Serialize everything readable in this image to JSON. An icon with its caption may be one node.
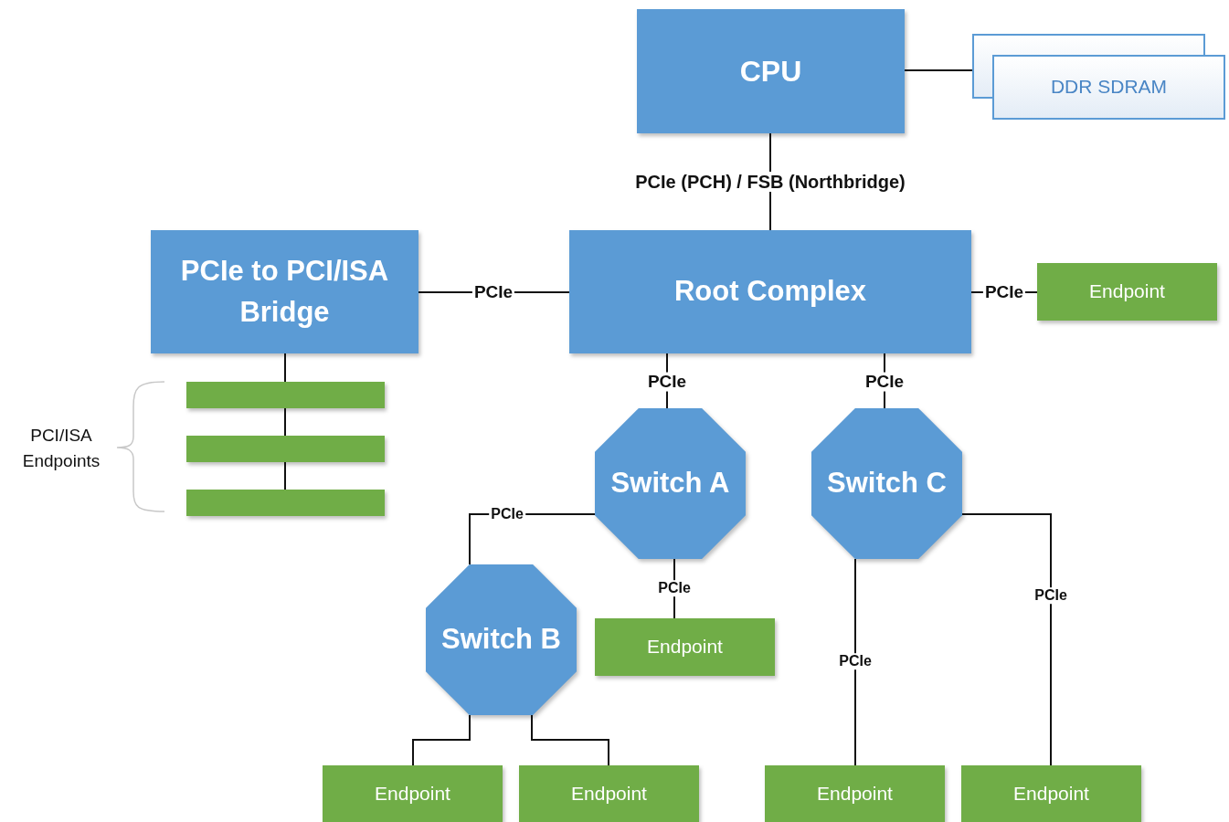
{
  "diagram": {
    "nodes": [
      {
        "text": [
          "CPU"
        ]
      },
      {
        "text": [
          "DDR SDRAM"
        ]
      },
      {
        "text": [
          "PCIe to PCI/ISA Bridge"
        ]
      },
      {
        "text": [
          "Root Complex"
        ]
      },
      {
        "text": [
          "Endpoint"
        ]
      },
      {
        "text": [],
        "shape": "bar"
      },
      {
        "text": [],
        "shape": "bar"
      },
      {
        "text": [],
        "shape": "bar"
      },
      {
        "text": [
          "Switch A"
        ]
      },
      {
        "text": [
          "Switch C"
        ]
      },
      {
        "text": [
          "Switch B"
        ]
      },
      {
        "text": [
          "Endpoint"
        ]
      },
      {
        "text": [
          "Endpoint"
        ]
      },
      {
        "text": [
          "Endpoint"
        ]
      },
      {
        "text": [
          "Endpoint"
        ]
      },
      {
        "text": [
          "Endpoint"
        ]
      }
    ],
    "edges": [
      {
        "from": 0,
        "to": 1,
        "arrow": "none"
      },
      {
        "from": 0,
        "to": 3,
        "arrow": "none",
        "label": "PCIe (PCH) / FSB (Northbridge)"
      },
      {
        "from": 2,
        "to": 3,
        "arrow": "none",
        "label": "PCIe"
      },
      {
        "from": 3,
        "to": 4,
        "arrow": "none",
        "label": "PCIe"
      },
      {
        "from": 2,
        "to": 5,
        "arrow": "none"
      },
      {
        "from": 5,
        "to": 6,
        "arrow": "none"
      },
      {
        "from": 6,
        "to": 7,
        "arrow": "none"
      },
      {
        "from": 3,
        "to": 8,
        "arrow": "none",
        "label": "PCIe"
      },
      {
        "from": 3,
        "to": 9,
        "arrow": "none",
        "label": "PCIe"
      },
      {
        "from": 8,
        "to": 10,
        "arrow": "none",
        "label": "PCIe"
      },
      {
        "from": 8,
        "to": 11,
        "arrow": "none",
        "label": "PCIe"
      },
      {
        "from": 10,
        "to": 12,
        "arrow": "none"
      },
      {
        "from": 10,
        "to": 13,
        "arrow": "none"
      },
      {
        "from": 9,
        "to": 14,
        "arrow": "none",
        "label": "PCIe"
      },
      {
        "from": 9,
        "to": 15,
        "arrow": "none",
        "label": "PCIe"
      }
    ],
    "labels": [
      "PCI/ISA Endpoints"
    ]
  }
}
